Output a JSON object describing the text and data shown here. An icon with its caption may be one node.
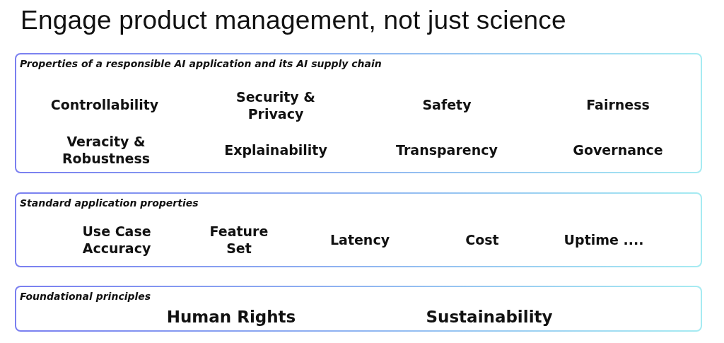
{
  "diagram": {
    "title": "Engage product management, not just science",
    "nodes": [
      {
        "text": [
          "Properties of a responsible AI application and its AI supply chain",
          "Controllability",
          "Security & Privacy",
          "Safety",
          "Fairness",
          "Veracity & Robustness",
          "Explainability",
          "Transparency",
          "Governance"
        ]
      },
      {
        "text": [
          "Standard application properties",
          "Use Case Accuracy",
          "Feature Set",
          "Latency",
          "Cost",
          "Uptime ...."
        ]
      },
      {
        "text": [
          "Foundational principles",
          "Human Rights",
          "Sustainability"
        ]
      }
    ]
  }
}
